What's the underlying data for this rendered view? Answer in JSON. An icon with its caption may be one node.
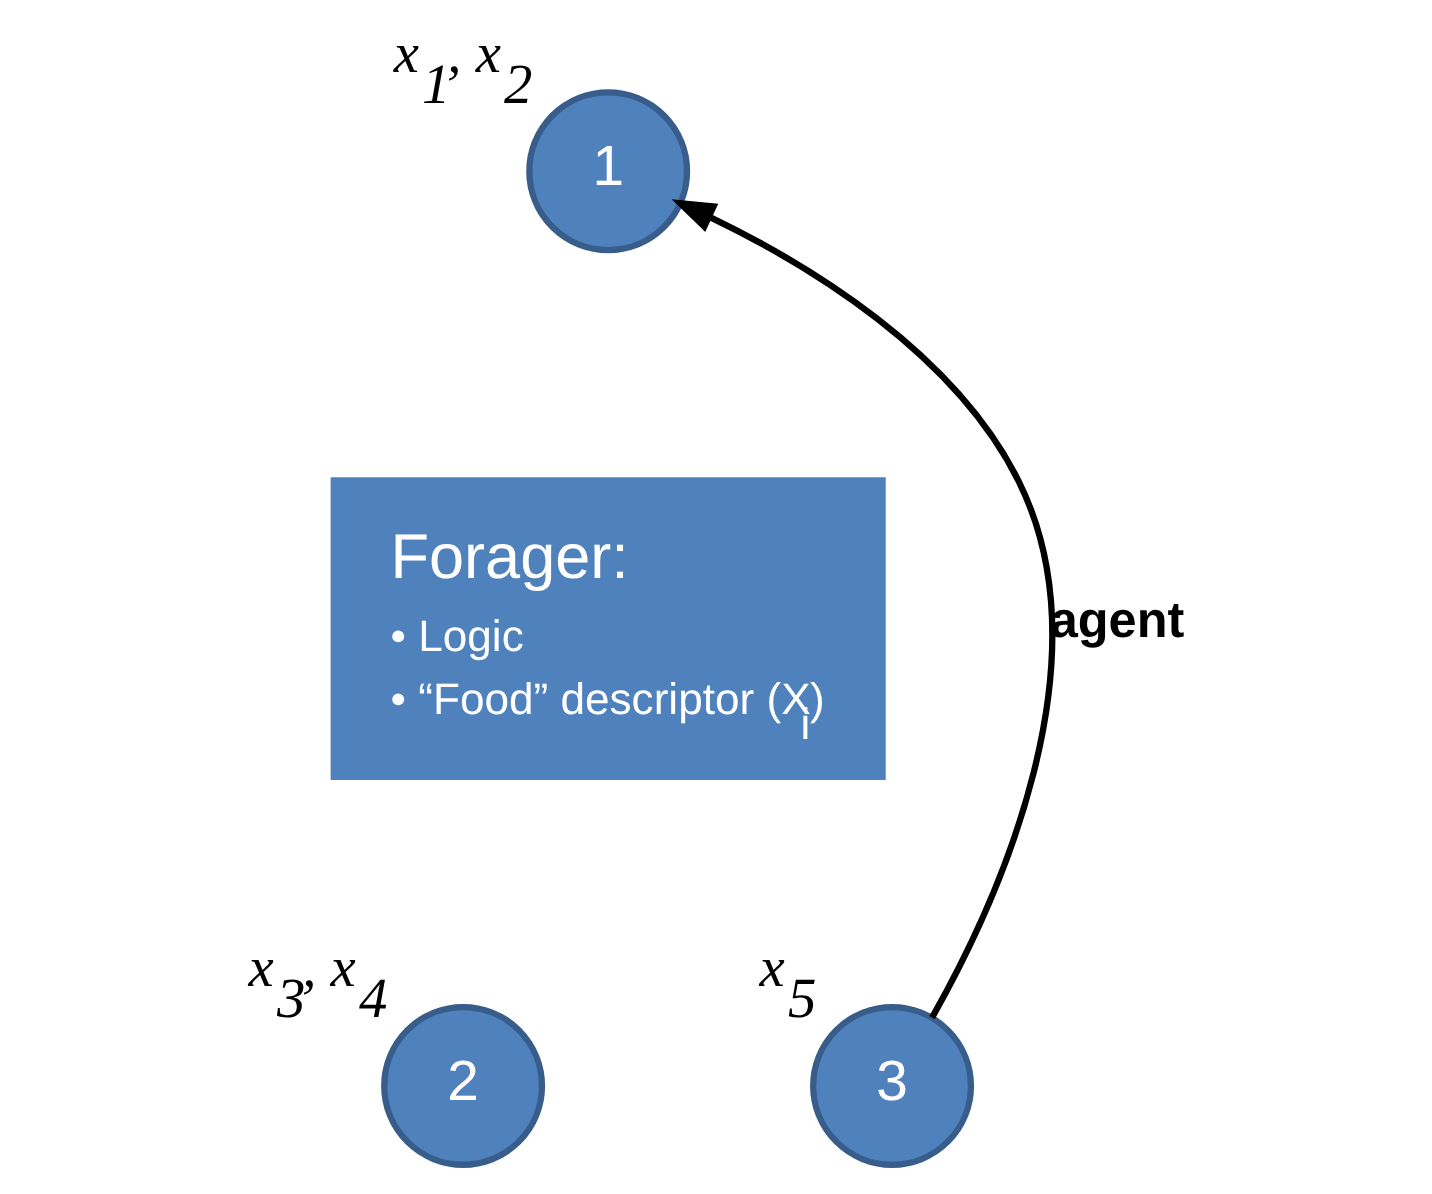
{
  "diagram": {
    "nodes": [
      {
        "text": [
          "1"
        ],
        "beside": [
          "x$_{1}$, x$_{2}$"
        ]
      },
      {
        "text": [
          "Forager:",
          "• Logic",
          "• “Food” descriptor (X$_{i}$)"
        ]
      },
      {
        "text": [
          "2"
        ],
        "beside": [
          "x$_{3}$, x$_{4}$"
        ]
      },
      {
        "text": [
          "3"
        ],
        "beside": [
          "x$_{5}$"
        ]
      }
    ],
    "edges": [
      {
        "from": 3,
        "to": 0,
        "arrow": "to",
        "label": "agent"
      }
    ]
  }
}
